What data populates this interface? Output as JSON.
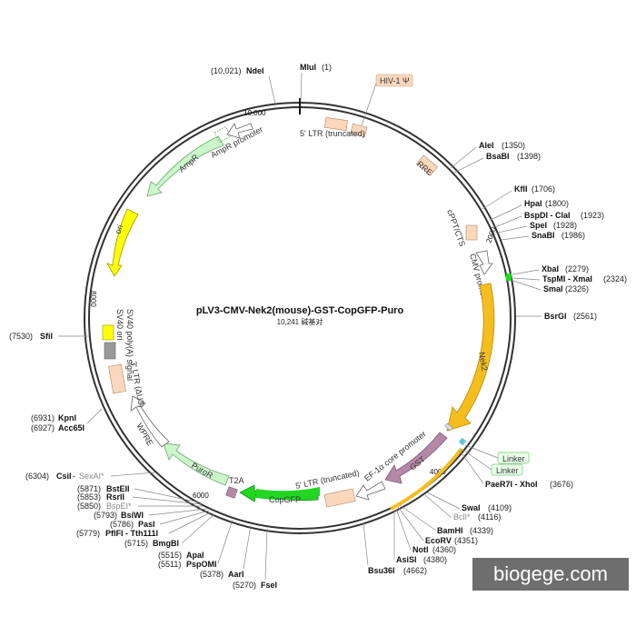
{
  "title": "pLV3-CMV-Nek2(mouse)-GST-CopGFP-Puro",
  "subtitle": "10,241 碱基对",
  "watermark": "biogege.com",
  "ticks": [
    "10,000",
    "2000",
    "4000",
    "6000",
    "8000"
  ],
  "features": {
    "hiv": "HIV-1 Ψ",
    "ltr5": "5' LTR (truncated)",
    "rre": "RRE",
    "cppt": "cPPT/CTS",
    "cmv": "CMV promoter",
    "nek2": "Nek2",
    "linker1": "Linker",
    "linker2": "Linker",
    "gst": "GST",
    "ef1a": "EF-1α core promoter",
    "ltr5b": "5' LTR (truncated)",
    "copgfp": "CopGFP",
    "t2a": "T2A",
    "puror": "PuroR",
    "wpre": "WPRE",
    "ltr3": "3' LTR (ΔU3)",
    "sv40pa": "SV40 poly(A) signal",
    "sv40ori": "SV40 ori",
    "ori": "ori",
    "ampr": "AmpR",
    "amprp": "AmpR promoter"
  },
  "sites": {
    "mlu": {
      "name": "MluI",
      "pos": "(1)"
    },
    "nde": {
      "name": "NdeI",
      "pos": "(10,021)"
    },
    "ale": {
      "name": "AleI",
      "pos": "(1350)"
    },
    "bsab": {
      "name": "BsaBI",
      "pos": "(1398)"
    },
    "kfl": {
      "name": "KflI",
      "pos": "(1706)"
    },
    "hpa": {
      "name": "HpaI",
      "pos": "(1800)"
    },
    "bspd": {
      "name": "BspDI - ClaI",
      "pos": "(1923)"
    },
    "spe": {
      "name": "SpeI",
      "pos": "(1928)"
    },
    "snab": {
      "name": "SnaBI",
      "pos": "(1986)"
    },
    "xba": {
      "name": "XbaI",
      "pos": "(2279)"
    },
    "tspm": {
      "name": "TspMI - XmaI",
      "pos": "(2324)"
    },
    "sma": {
      "name": "SmaI",
      "pos": "(2326)"
    },
    "bsrg": {
      "name": "BsrGI",
      "pos": "(2561)"
    },
    "paer": {
      "name": "PaeR7I - XhoI",
      "pos": "(3676)"
    },
    "swa": {
      "name": "SwaI",
      "pos": "(4109)"
    },
    "bcl": {
      "name": "BclI*",
      "pos": "(4116)"
    },
    "bamh": {
      "name": "BamHI",
      "pos": "(4339)"
    },
    "ecorv": {
      "name": "EcoRV",
      "pos": "(4351)"
    },
    "not": {
      "name": "NotI",
      "pos": "(4360)"
    },
    "asis": {
      "name": "AsiSI",
      "pos": "(4380)"
    },
    "bsu": {
      "name": "Bsu36I",
      "pos": "(4662)"
    },
    "fse": {
      "name": "FseI",
      "pos": "(5270)"
    },
    "aar": {
      "name": "AarI",
      "pos": "(5378)"
    },
    "pspom": {
      "name": "PspOMI",
      "pos": "(5511)"
    },
    "apa": {
      "name": "ApaI",
      "pos": "(5515)"
    },
    "bmgb": {
      "name": "BmgBI",
      "pos": "(5715)"
    },
    "pflf": {
      "name": "PflFI - Tth111I",
      "pos": "(5779)"
    },
    "pas": {
      "name": "PasI",
      "pos": "(5786)"
    },
    "bsiw": {
      "name": "BsiWI",
      "pos": "(5793)"
    },
    "bspe": {
      "name": "BspEI*",
      "pos": "(5850)"
    },
    "rsr": {
      "name": "RsrII",
      "pos": "(5853)"
    },
    "bste": {
      "name": "BstEII",
      "pos": "(5871)"
    },
    "csi": {
      "name": "CsiI",
      "pos": "(6304)"
    },
    "sexa": {
      "name": "SexAI*",
      "pos": ""
    },
    "kpn": {
      "name": "KpnI",
      "pos": "(6931)"
    },
    "acc": {
      "name": "Acc65I",
      "pos": "(6927)"
    },
    "sfi": {
      "name": "SfiI",
      "pos": "(7530)"
    }
  },
  "colors": {
    "backbone": "#333333",
    "nek2": "#f5be1e",
    "gst": "#b589a6",
    "copgfp": "#22d622",
    "ori": "#ffff00",
    "ampr": "#ccf5cc",
    "ltr": "#fbd8bd",
    "gray": "#999999",
    "linker": "#ffffff"
  }
}
